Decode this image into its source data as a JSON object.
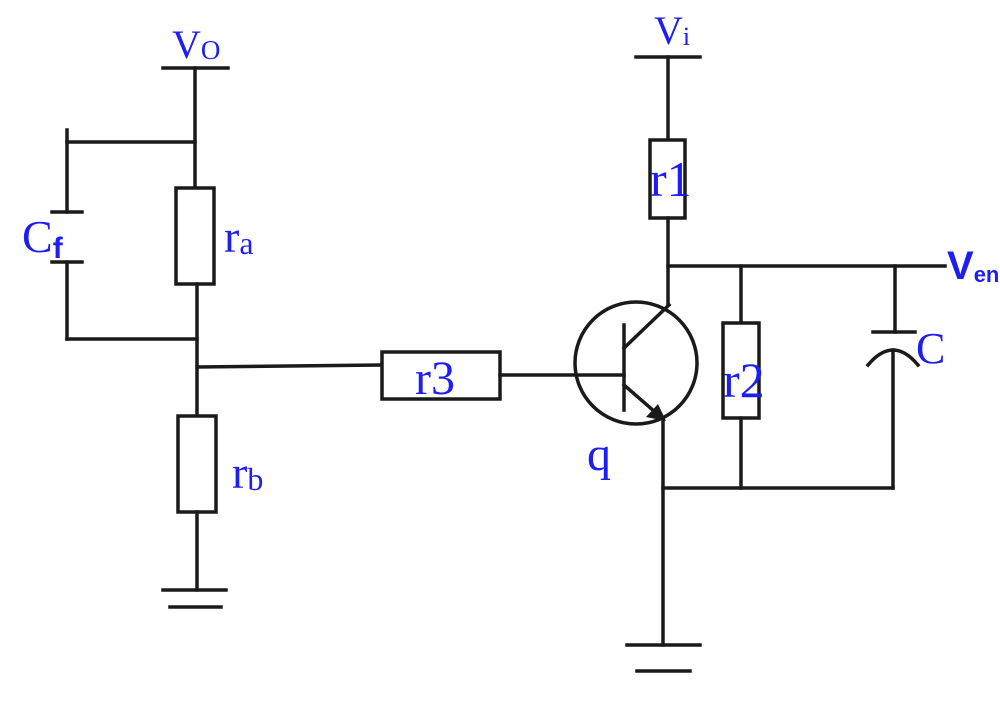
{
  "diagram": {
    "nodes": {
      "vo": {
        "main": "V",
        "sub": "O"
      },
      "vi": {
        "main": "V",
        "sub": "i"
      },
      "ven": {
        "main": "V",
        "sub": "en"
      }
    },
    "components": {
      "cf": {
        "main": "C",
        "sub": "f"
      },
      "ra": {
        "main": "r",
        "sub": "a"
      },
      "rb": {
        "main": "r",
        "sub": "b"
      },
      "r1": {
        "label": "r1"
      },
      "r2": {
        "label": "r2"
      },
      "r3": {
        "label": "r3"
      },
      "c": {
        "label": "C"
      },
      "q": {
        "label": "q"
      }
    },
    "colors": {
      "wire": "#1a1a1a",
      "label": "#1e1ef0",
      "background": "#ffffff"
    }
  }
}
